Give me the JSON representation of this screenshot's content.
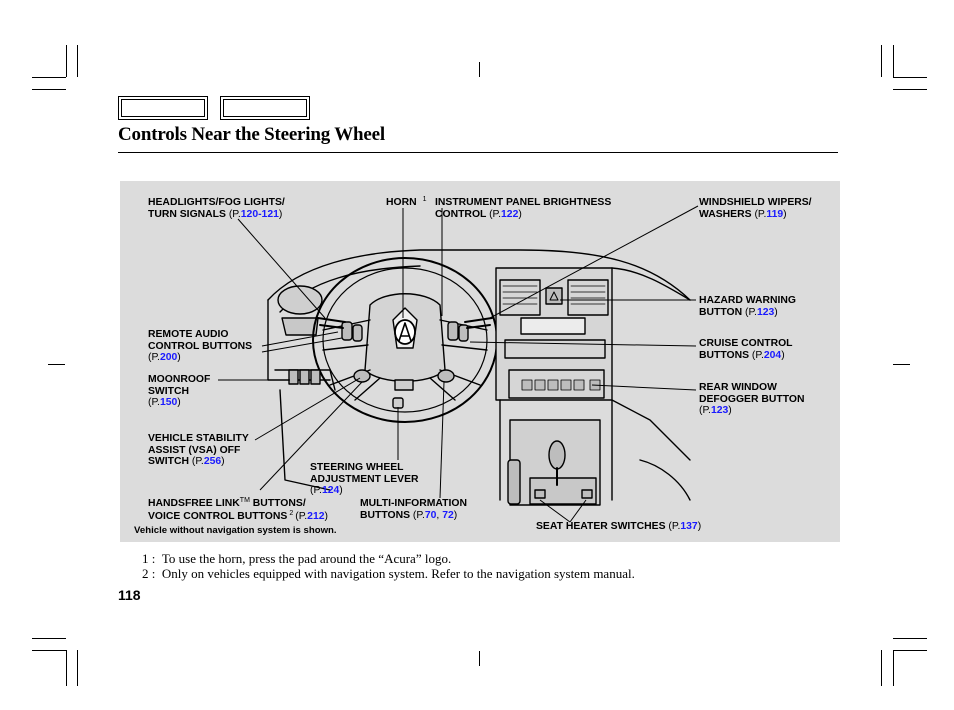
{
  "header": {
    "title": "Controls Near the Steering Wheel"
  },
  "labels": {
    "headlights": {
      "l1": "HEADLIGHTS/FOG LIGHTS/",
      "l2": "TURN SIGNALS",
      "ref_pre": "(P.",
      "ref_pg": "120-121",
      "ref_post": ")"
    },
    "horn": {
      "text": "HORN",
      "sup": "1"
    },
    "instrument": {
      "l1": "INSTRUMENT PANEL BRIGHTNESS",
      "l2": "CONTROL",
      "ref_pre": "(P.",
      "ref_pg": "122",
      "ref_post": ")"
    },
    "wipers": {
      "l1": "WINDSHIELD WIPERS/",
      "l2": "WASHERS",
      "ref_pre": "(P.",
      "ref_pg": "119",
      "ref_post": ")"
    },
    "hazard": {
      "l1": "HAZARD WARNING",
      "l2": "BUTTON",
      "ref_pre": "(P.",
      "ref_pg": "123",
      "ref_post": ")"
    },
    "remote_audio": {
      "l1": "REMOTE AUDIO",
      "l2": "CONTROL BUTTONS",
      "ref_pre": "(P.",
      "ref_pg": "200",
      "ref_post": ")"
    },
    "cruise": {
      "l1": "CRUISE CONTROL",
      "l2": "BUTTONS",
      "ref_pre": "(P.",
      "ref_pg": "204",
      "ref_post": ")"
    },
    "moonroof": {
      "l1": "MOONROOF",
      "l2": "SWITCH",
      "ref_pre": "(P.",
      "ref_pg": "150",
      "ref_post": ")"
    },
    "rear_window": {
      "l1": "REAR WINDOW",
      "l2": "DEFOGGER BUTTON",
      "ref_pre": "(P.",
      "ref_pg": "123",
      "ref_post": ")"
    },
    "vsa": {
      "l1": "VEHICLE STABILITY",
      "l2": "ASSIST (VSA) OFF",
      "l3": "SWITCH",
      "ref_pre": "(P.",
      "ref_pg": "256",
      "ref_post": ")"
    },
    "steering_adj": {
      "l1": "STEERING WHEEL",
      "l2": "ADJUSTMENT LEVER",
      "ref_pre": "(P.",
      "ref_pg": "124",
      "ref_post": ")"
    },
    "handsfree": {
      "l1": "HANDSFREE LINK",
      "tm": "TM",
      "l1b": " BUTTONS/",
      "l2": "VOICE CONTROL BUTTONS",
      "sup": "2",
      "ref_pre": "(P.",
      "ref_pg": "212",
      "ref_post": ")"
    },
    "multi_info": {
      "l1": "MULTI-INFORMATION",
      "l2": "BUTTONS",
      "ref_pre": "(P.",
      "ref_pg1": "70",
      "ref_sep": ", ",
      "ref_pg2": "72",
      "ref_post": ")"
    },
    "seat_heater": {
      "l1": "SEAT HEATER SWITCHES",
      "ref_pre": "(P.",
      "ref_pg": "137",
      "ref_post": ")"
    }
  },
  "figure_note": "Vehicle without navigation system is shown.",
  "footnotes": [
    {
      "mark": "1 :",
      "text": "To use the horn, press the pad around the “Acura” logo."
    },
    {
      "mark": "2 :",
      "text": "Only on vehicles equipped with navigation system. Refer to the navigation system manual."
    }
  ],
  "page_number": "118",
  "colors": {
    "panel_bg": "#dcdcdc",
    "page_ref": "#1a1aff",
    "ink": "#000000"
  }
}
